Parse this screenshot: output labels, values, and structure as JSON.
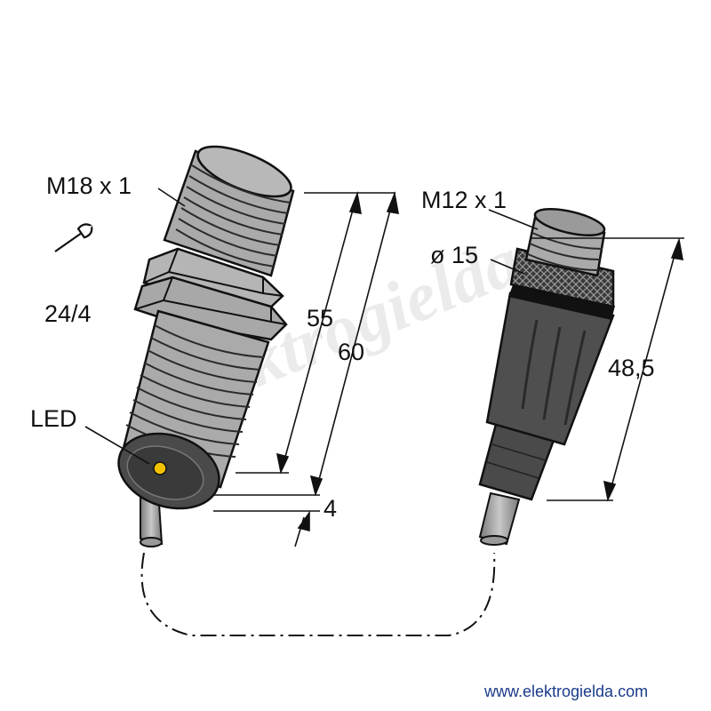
{
  "labels": {
    "thread_sensor": "M18 x 1",
    "wrench_size": "24/4",
    "led": "LED",
    "dim_55": "55",
    "dim_60": "60",
    "dim_4": "4",
    "thread_connector": "M12 x 1",
    "diameter": "ø 15",
    "dim_48_5": "48,5"
  },
  "watermark": "elektrogielda",
  "footer": {
    "url": "www.elektrogielda.com"
  },
  "icons": {
    "wrench": "wrench-icon"
  },
  "colors": {
    "body_gray": "#a9a9a9",
    "dark_gray": "#4a4a4a",
    "led_yellow": "#f2c200",
    "line": "#111111",
    "watermark": "#e6e6e6"
  }
}
